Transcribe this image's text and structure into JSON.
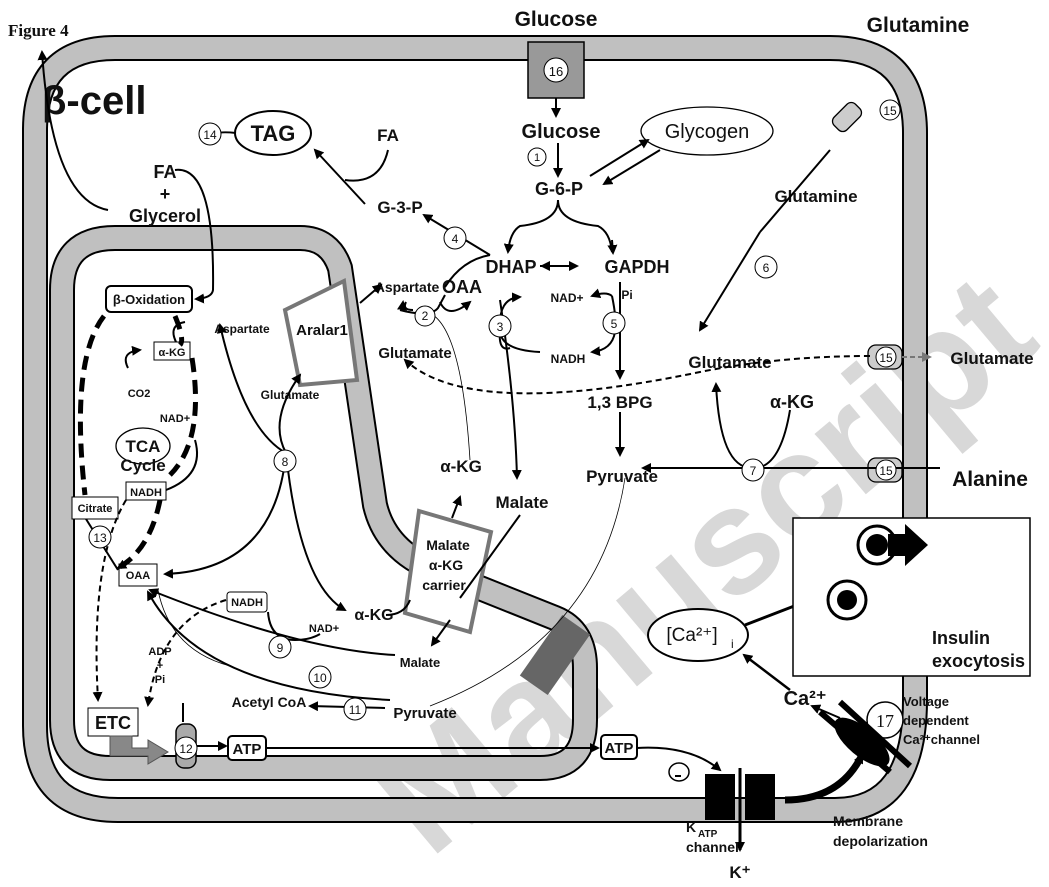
{
  "figure": {
    "label": "Figure 4",
    "cell_label": "β-cell",
    "watermark": "Manuscript"
  },
  "metabolites": {
    "glucose_top": "Glucose",
    "glucose": "Glucose",
    "glycogen": "Glycogen",
    "g6p": "G-6-P",
    "tag": "TAG",
    "fa": "FA",
    "fa_glycerol": [
      "FA",
      "+",
      "Glycerol"
    ],
    "g3p": "G-3-P",
    "dhap": "DHAP",
    "gapdh": "GAPDH",
    "bpg": "1,3 BPG",
    "pyruvate": "Pyruvate",
    "pyruvate_mito": "Pyruvate",
    "glutamine_top": "Glutamine",
    "glutamine": "Glutamine",
    "glutamate_cyto": "Glutamate",
    "glutamate_out": "Glutamate",
    "akg_cyto": "α-KG",
    "alanine": "Alanine",
    "aspartate_cyto": "Aspartate",
    "oaa_cyto": "OAA",
    "glutamate_aralar": "Glutamate",
    "nad_plus": "NAD+",
    "nadh": "NADH",
    "pi": "Pi",
    "malate_cyto": "Malate",
    "akg_carrier_out": "α-KG",
    "aspartate_mito": "Aspartate",
    "glutamate_mito": "Glutamate",
    "beta_oxidation": "β-Oxidation",
    "akg_box": "α-KG",
    "co2": "CO2",
    "nad_tca": "NAD+",
    "tca": [
      "TCA",
      "Cycle"
    ],
    "nadh_tca": "NADH",
    "citrate": "Citrate",
    "oaa_mito": "OAA",
    "nadh_lower": "NADH",
    "nad_lower": "NAD+",
    "akg_mito": "α-KG",
    "malate_mito": "Malate",
    "acetyl_coa": "Acetyl CoA",
    "adp_pi": [
      "ADP",
      "+",
      "Pi"
    ],
    "etc": "ETC",
    "atp_mito": "ATP",
    "atp_cyto": "ATP"
  },
  "transporters": {
    "aralar": "Aralar1",
    "carrier": [
      "Malate",
      "α-KG",
      "carrier"
    ]
  },
  "steps": [
    "1",
    "2",
    "3",
    "4",
    "5",
    "6",
    "7",
    "8",
    "9",
    "10",
    "11",
    "12",
    "13",
    "14",
    "15",
    "16",
    "17"
  ],
  "ca": {
    "ca_i": "[Ca²⁺]",
    "ca_i_sub": "i",
    "ca2": "Ca²⁺",
    "channel": [
      "Voltage",
      "dependent",
      "Ca²⁺channel"
    ],
    "depol": [
      "Membrane",
      "depolarization"
    ],
    "katp": [
      "K",
      "ATP",
      "channel"
    ],
    "kplus": "K⁺",
    "insulin": [
      "Insulin",
      "exocytosis"
    ]
  },
  "colors": {
    "membrane": "#c0c0c0",
    "arrow": "#000000",
    "grey_arrow": "#7a7a7a",
    "watermark": "#d8d8d8"
  }
}
